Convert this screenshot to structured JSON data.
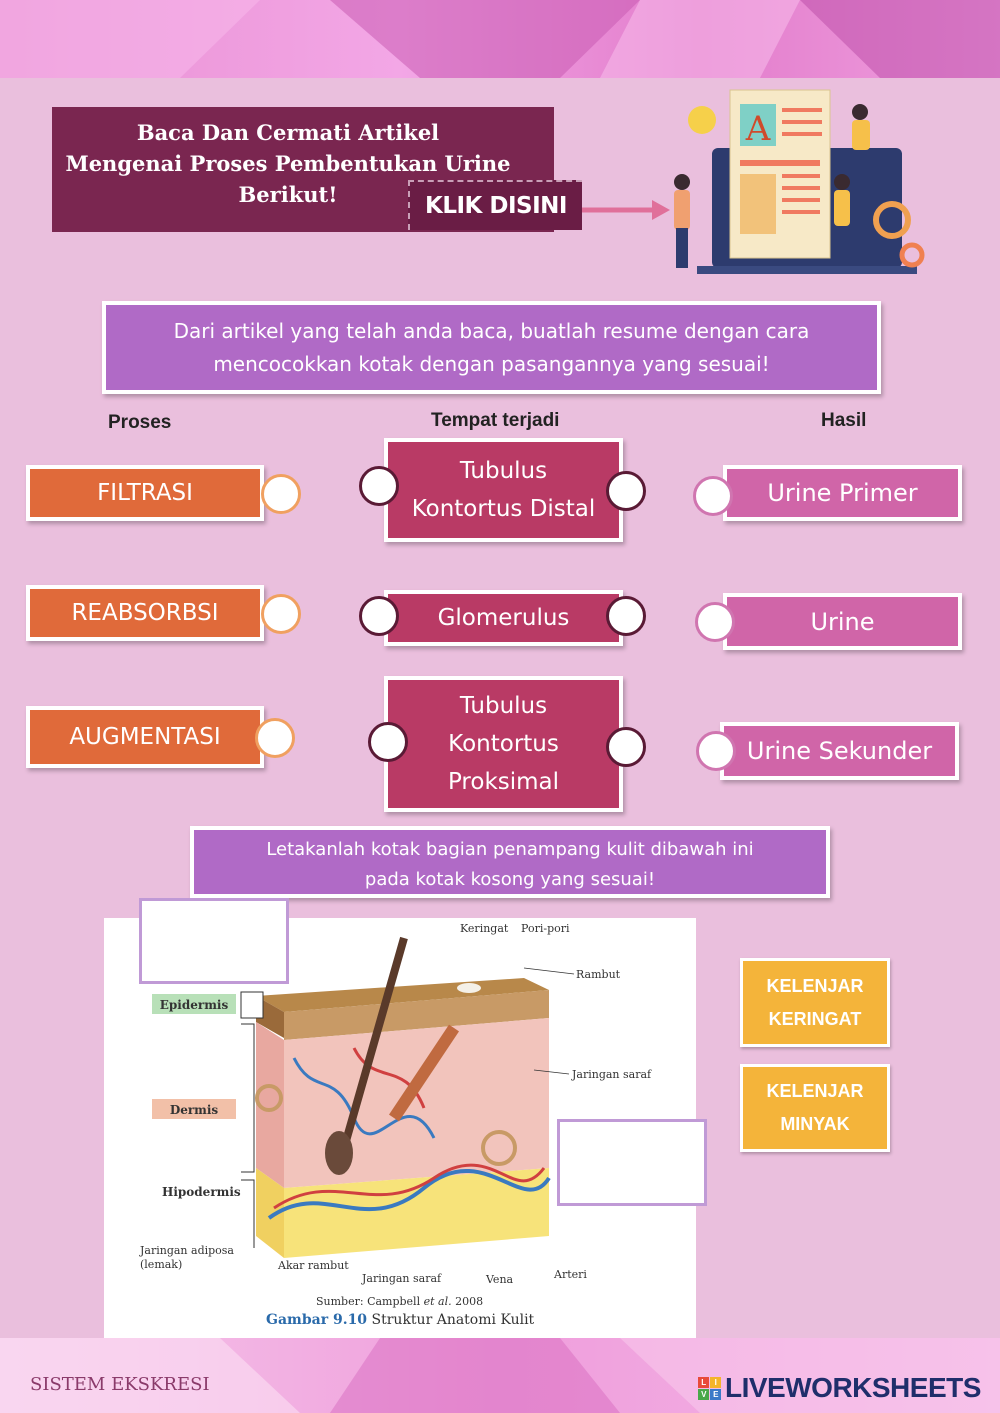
{
  "header": {
    "article_line1": "Baca Dan Cermati Artikel",
    "article_line2": "Mengenai Proses Pembentukan Urine",
    "article_line3": "Berikut!",
    "klik_label": "KLIK DISINI",
    "illustration_letter": "A"
  },
  "instruction1": {
    "line1": "Dari artikel yang telah anda baca, buatlah resume dengan cara",
    "line2": "mencocokkan kotak dengan pasangannya yang sesuai!"
  },
  "columns": {
    "proses": "Proses",
    "tempat": "Tempat terjadi",
    "hasil": "Hasil"
  },
  "proses": [
    "FILTRASI",
    "REABSORBSI",
    "AUGMENTASI"
  ],
  "tempat": [
    {
      "line1": "Tubulus",
      "line2": "Kontortus Distal",
      "line3": ""
    },
    {
      "line1": "Glomerulus",
      "line2": "",
      "line3": ""
    },
    {
      "line1": "Tubulus",
      "line2": "Kontortus",
      "line3": "Proksimal"
    }
  ],
  "hasil": [
    "Urine Primer",
    "Urine",
    "Urine Sekunder"
  ],
  "instruction2": {
    "line1": "Letakanlah kotak bagian penampang kulit dibawah ini",
    "line2": "pada kotak kosong yang sesuai!"
  },
  "skin_labels": {
    "keringat": "Keringat",
    "pori": "Pori-pori",
    "rambut": "Rambut",
    "epidermis": "Epidermis",
    "jaringan_saraf_right": "Jaringan saraf",
    "dermis": "Dermis",
    "hipodermis": "Hipodermis",
    "adiposa1": "Jaringan adiposa",
    "adiposa2": "(lemak)",
    "akar": "Akar rambut",
    "jaringan_saraf_bottom": "Jaringan saraf",
    "vena": "Vena",
    "arteri": "Arteri",
    "sumber_prefix": "Sumber: Campbell ",
    "sumber_etal": "et al.",
    "sumber_year": " 2008",
    "gambar_num": "Gambar 9.10",
    "gambar_title": " Struktur Anatomi Kulit"
  },
  "answer_boxes": [
    {
      "line1": "KELENJAR",
      "line2": "KERINGAT"
    },
    {
      "line1": "KELENJAR",
      "line2": "MINYAK"
    }
  ],
  "footer": {
    "left": "SISTEM EKSKRESI",
    "logo": "LIVEWORKSHEETS",
    "logo_letters": [
      "L",
      "I",
      "V",
      "E"
    ]
  },
  "colors": {
    "background": "#eabfdd",
    "header_box": "#7a2650",
    "instruction": "#b06ac6",
    "proses_card": "#e06a3a",
    "tempat_card": "#b93a65",
    "hasil_card": "#d065a8",
    "answer_card": "#f4b43a"
  }
}
